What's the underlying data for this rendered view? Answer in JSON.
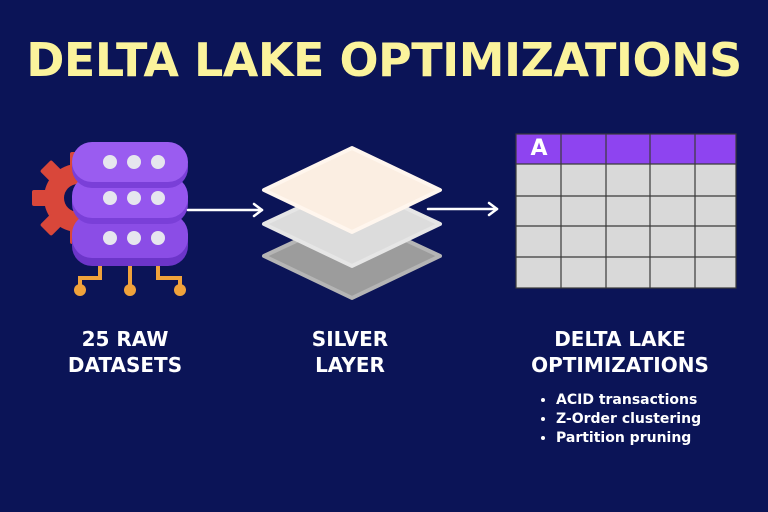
{
  "title": "DELTA LAKE OPTIMIZATIONS",
  "stages": [
    {
      "line1": "25 RAW",
      "line2": "DATASETS"
    },
    {
      "line1": "SILVER",
      "line2": "LAYER"
    },
    {
      "line1": "DELTA LAKE",
      "line2": "OPTIMIZATIONS"
    }
  ],
  "features": [
    "ACID transactions",
    "Z-Order clustering",
    "Partition pruning"
  ],
  "table_header_letter": "A",
  "colors": {
    "background": "#0b1457",
    "title": "#fbf39c",
    "database": "#8b4de6",
    "gear": "#d9473a",
    "table_header": "#8e44f0",
    "table_cell": "#d9d9d9"
  },
  "icons": [
    "gear-icon",
    "database-icon",
    "layers-icon",
    "table-icon",
    "arrow-right-icon"
  ]
}
